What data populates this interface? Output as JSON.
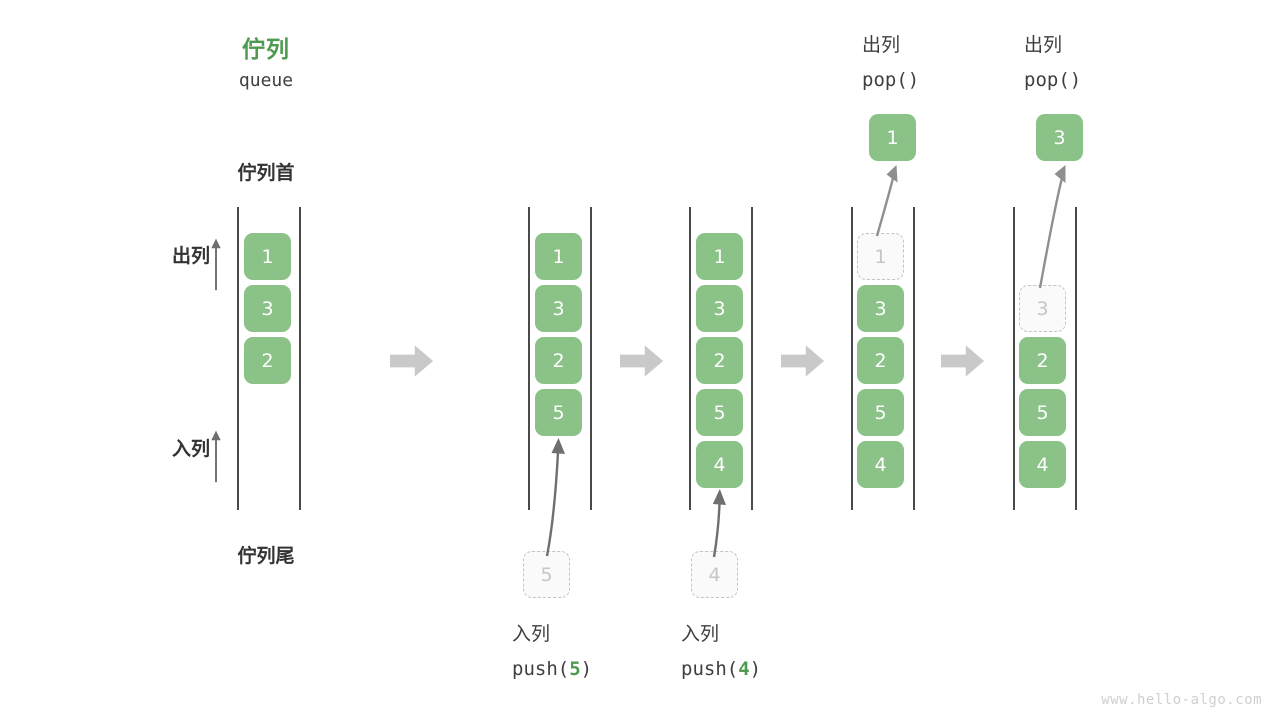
{
  "title": {
    "cn": "佇列",
    "en": "queue"
  },
  "captions": {
    "head": "佇列首",
    "tail": "佇列尾",
    "dequeue": "出列",
    "enqueue": "入列"
  },
  "colors": {
    "cell_fill": "#8ac287",
    "cell_text": "#ffffff",
    "ghost_fill": "#fafafa",
    "ghost_border": "#c4c4c4",
    "ghost_text": "#c6c6c6",
    "accent_green": "#4e9a51",
    "rail": "#4a4a4a",
    "arrow_gray": "#6f6f6f",
    "block_arrow": "#c9c9c9",
    "watermark": "#cfcfcf"
  },
  "stages": [
    {
      "id": "initial",
      "caption_cn": "",
      "caption_code": "",
      "cells": [
        {
          "value": "1",
          "ghost": false
        },
        {
          "value": "3",
          "ghost": false
        },
        {
          "value": "2",
          "ghost": false
        }
      ]
    },
    {
      "id": "push-5",
      "caption_cn": "入列",
      "caption_code_prefix": "push(",
      "caption_code_num": "5",
      "caption_code_suffix": ")",
      "incoming": {
        "value": "5",
        "ghost": true
      },
      "cells": [
        {
          "value": "1",
          "ghost": false
        },
        {
          "value": "3",
          "ghost": false
        },
        {
          "value": "2",
          "ghost": false
        },
        {
          "value": "5",
          "ghost": false
        }
      ]
    },
    {
      "id": "push-4",
      "caption_cn": "入列",
      "caption_code_prefix": "push(",
      "caption_code_num": "4",
      "caption_code_suffix": ")",
      "incoming": {
        "value": "4",
        "ghost": true
      },
      "cells": [
        {
          "value": "1",
          "ghost": false
        },
        {
          "value": "3",
          "ghost": false
        },
        {
          "value": "2",
          "ghost": false
        },
        {
          "value": "5",
          "ghost": false
        },
        {
          "value": "4",
          "ghost": false
        }
      ]
    },
    {
      "id": "pop-1",
      "caption_cn": "出列",
      "caption_code": "pop()",
      "popped": {
        "value": "1",
        "ghost": false
      },
      "cells": [
        {
          "value": "1",
          "ghost": true
        },
        {
          "value": "3",
          "ghost": false
        },
        {
          "value": "2",
          "ghost": false
        },
        {
          "value": "5",
          "ghost": false
        },
        {
          "value": "4",
          "ghost": false
        }
      ]
    },
    {
      "id": "pop-3",
      "caption_cn": "出列",
      "caption_code": "pop()",
      "popped": {
        "value": "3",
        "ghost": false
      },
      "cells": [
        {
          "value": "3",
          "ghost": true
        },
        {
          "value": "2",
          "ghost": false
        },
        {
          "value": "5",
          "ghost": false
        },
        {
          "value": "4",
          "ghost": false
        }
      ]
    }
  ],
  "watermark": "www.hello-algo.com"
}
